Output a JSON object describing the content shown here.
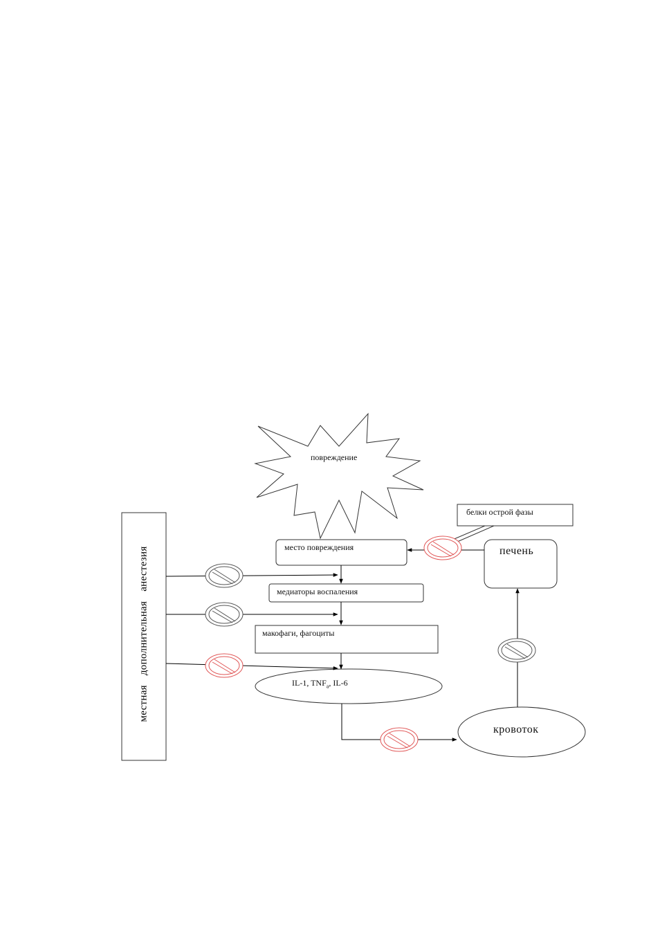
{
  "diagram": {
    "anesthesia_block": {
      "word1": "местная",
      "word2": "дополнительная",
      "word3": "анестезия"
    },
    "damage_star": "повреждение",
    "injury_site": "место повреждения",
    "inflammation_mediators": "медиаторы воспаления",
    "macrophages": "макофаги, фагоциты",
    "cytokines": {
      "prefix": "IL-1, TNF",
      "subscript": "a",
      "suffix": ", IL-6"
    },
    "bloodstream": "кровоток",
    "liver": "печень",
    "acute_phase_proteins": "белки острой фазы",
    "block_signs": [
      {
        "id": "block-mediators",
        "color": "#555555"
      },
      {
        "id": "block-macrophages",
        "color": "#555555"
      },
      {
        "id": "block-cytokines",
        "color": "#e05555"
      },
      {
        "id": "block-bloodstream",
        "color": "#e05555"
      },
      {
        "id": "block-liver",
        "color": "#555555"
      },
      {
        "id": "block-acute-phase",
        "color": "#e05555"
      }
    ]
  }
}
